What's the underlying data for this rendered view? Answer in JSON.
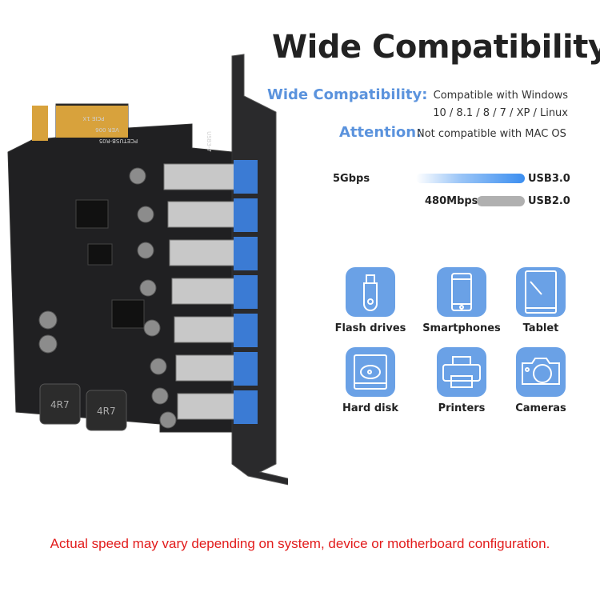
{
  "title": "Wide Compatibility",
  "compatibility": {
    "label": "Wide Compatibility:",
    "text_line1": "Compatible with Windows",
    "text_line2": "10 / 8.1 / 8 / 7 / XP / Linux"
  },
  "attention": {
    "label": "Attention:",
    "text": "Not compatible with MAC OS"
  },
  "speeds": [
    {
      "speed": "5Gbps",
      "standard": "USB3.0",
      "bar_color": "#3b8ef0",
      "relative_fill": 1.0
    },
    {
      "speed": "480Mbps",
      "standard": "USB2.0",
      "bar_color": "#b0b0b0",
      "relative_fill": 0.44
    }
  ],
  "devices": [
    {
      "label": "Flash drives",
      "icon": "usb-flash-drive-icon"
    },
    {
      "label": "Smartphones",
      "icon": "smartphone-icon"
    },
    {
      "label": "Tablet",
      "icon": "tablet-icon"
    },
    {
      "label": "Hard disk",
      "icon": "hard-disk-icon"
    },
    {
      "label": "Printers",
      "icon": "printer-icon"
    },
    {
      "label": "Cameras",
      "icon": "camera-icon"
    }
  ],
  "colors": {
    "accent": "#5b93dd",
    "tile": "#6aa1e6",
    "warning": "#e21b1b"
  },
  "board_markings": [
    "PCIE 1X",
    "VER 006",
    "PCETUSB-R05",
    "USB3-7",
    "4R7",
    "4R7"
  ],
  "disclaimer": "Actual speed may vary depending on system, device or motherboard configuration."
}
